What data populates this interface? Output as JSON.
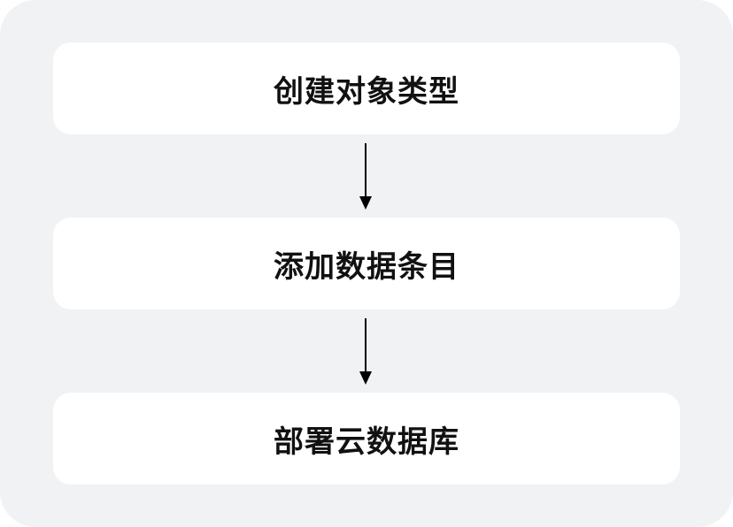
{
  "flow": {
    "steps": [
      {
        "label": "创建对象类型"
      },
      {
        "label": "添加数据条目"
      },
      {
        "label": "部署云数据库"
      }
    ]
  }
}
